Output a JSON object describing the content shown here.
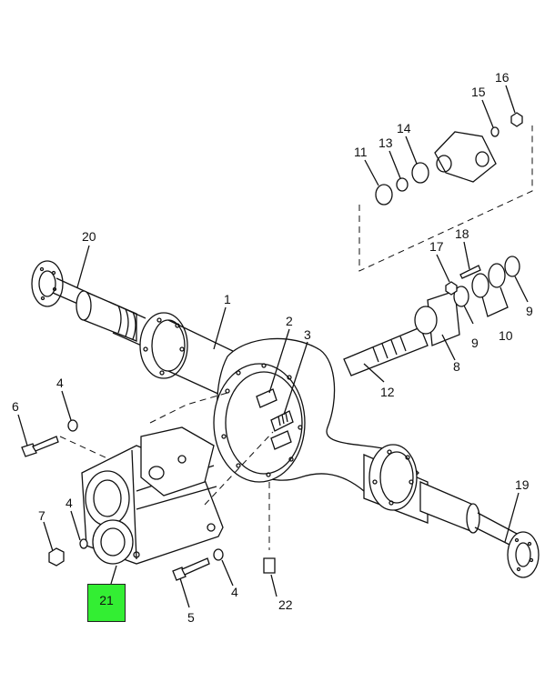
{
  "callouts": {
    "c1": "1",
    "c2": "2",
    "c3": "3",
    "c4a": "4",
    "c4b": "4",
    "c4c": "4",
    "c5": "5",
    "c6": "6",
    "c7": "7",
    "c8": "8",
    "c9a": "9",
    "c9b": "9",
    "c10": "10",
    "c11": "11",
    "c12": "12",
    "c13": "13",
    "c14": "14",
    "c15": "15",
    "c16": "16",
    "c17": "17",
    "c18": "18",
    "c19": "19",
    "c20": "20",
    "c22": "22"
  },
  "highlight": {
    "label": "21",
    "color": "#33ee33"
  }
}
